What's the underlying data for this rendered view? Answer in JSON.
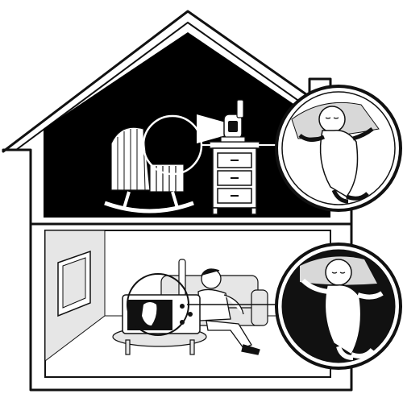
{
  "illustration": {
    "upstairs": {
      "room": "nursery",
      "items": [
        "cradle",
        "dresser",
        "camera-unit"
      ]
    },
    "downstairs": {
      "room": "living-room",
      "items": [
        "wall-picture",
        "sofa",
        "parent",
        "coffee-table",
        "parent-monitor"
      ]
    },
    "callouts": [
      "sleeping-baby-nursery",
      "baby-on-monitor-screen"
    ]
  },
  "colors": {
    "ink": "#111111",
    "paper": "#ffffff",
    "night": "#000000",
    "light_floor": "#e6e6e6",
    "wall_shade": "#d8d8d8"
  }
}
